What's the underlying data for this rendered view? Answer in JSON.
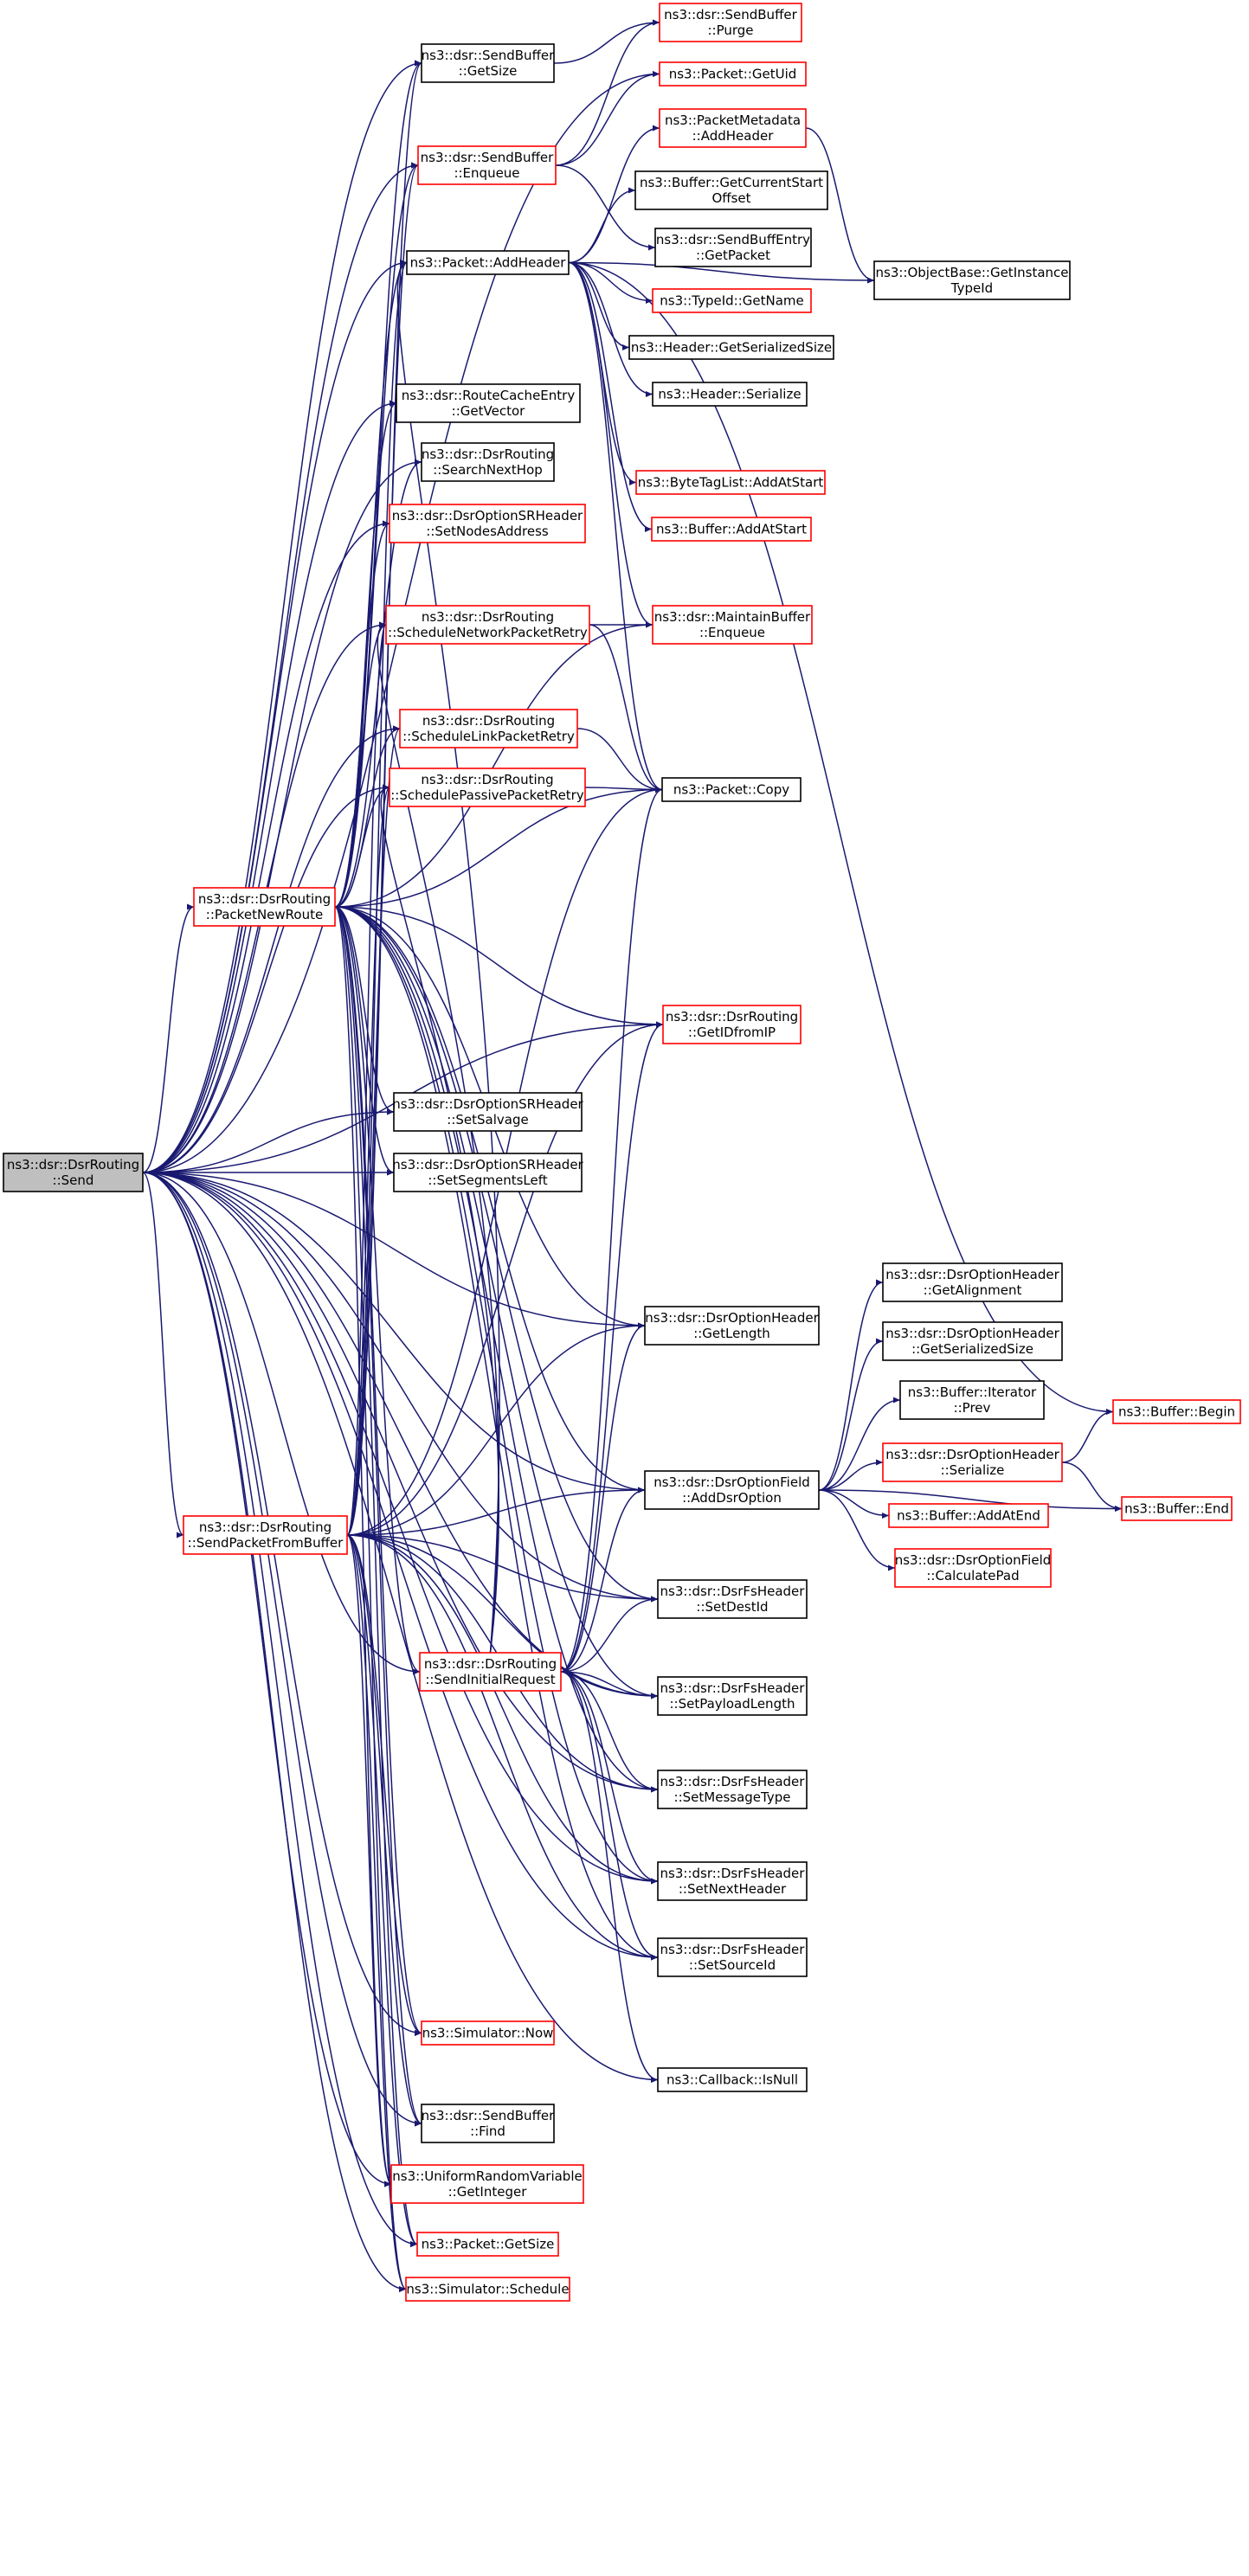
{
  "colors": {
    "edge": "#191970",
    "root_fill": "#bfbfbf",
    "node_fill": "#ffffff",
    "border_default": "#000000",
    "border_red": "#ff0000"
  },
  "nodes": [
    {
      "id": "send",
      "lines": [
        "ns3::dsr::DsrRouting",
        "::Send"
      ],
      "style": "root"
    },
    {
      "id": "packetNewRoute",
      "lines": [
        "ns3::dsr::DsrRouting",
        "::PacketNewRoute"
      ],
      "style": "red"
    },
    {
      "id": "sendPacketFromBuffer",
      "lines": [
        "ns3::dsr::DsrRouting",
        "::SendPacketFromBuffer"
      ],
      "style": "red"
    },
    {
      "id": "sbGetSize",
      "lines": [
        "ns3::dsr::SendBuffer",
        "::GetSize"
      ],
      "style": "black"
    },
    {
      "id": "sbPurge",
      "lines": [
        "ns3::dsr::SendBuffer",
        "::Purge"
      ],
      "style": "red"
    },
    {
      "id": "pktGetUid",
      "lines": [
        "ns3::Packet::GetUid"
      ],
      "style": "red"
    },
    {
      "id": "sbEnqueue",
      "lines": [
        "ns3::dsr::SendBuffer",
        "::Enqueue"
      ],
      "style": "red"
    },
    {
      "id": "pmAddHeader",
      "lines": [
        "ns3::PacketMetadata",
        "::AddHeader"
      ],
      "style": "red"
    },
    {
      "id": "bufGetCurStart",
      "lines": [
        "ns3::Buffer::GetCurrentStart",
        "Offset"
      ],
      "style": "black"
    },
    {
      "id": "pktAddHeader",
      "lines": [
        "ns3::Packet::AddHeader"
      ],
      "style": "black"
    },
    {
      "id": "sbeGetPacket",
      "lines": [
        "ns3::dsr::SendBuffEntry",
        "::GetPacket"
      ],
      "style": "black"
    },
    {
      "id": "objGetInstanceTypeId",
      "lines": [
        "ns3::ObjectBase::GetInstance",
        "TypeId"
      ],
      "style": "black"
    },
    {
      "id": "typeIdGetName",
      "lines": [
        "ns3::TypeId::GetName"
      ],
      "style": "red"
    },
    {
      "id": "hdrGetSerSize",
      "lines": [
        "ns3::Header::GetSerializedSize"
      ],
      "style": "black"
    },
    {
      "id": "hdrSerialize",
      "lines": [
        "ns3::Header::Serialize"
      ],
      "style": "black"
    },
    {
      "id": "rceGetVector",
      "lines": [
        "ns3::dsr::RouteCacheEntry",
        "::GetVector"
      ],
      "style": "black"
    },
    {
      "id": "searchNextHop",
      "lines": [
        "ns3::dsr::DsrRouting",
        "::SearchNextHop"
      ],
      "style": "black"
    },
    {
      "id": "btlAddAtStart",
      "lines": [
        "ns3::ByteTagList::AddAtStart"
      ],
      "style": "red"
    },
    {
      "id": "bufAddAtStart",
      "lines": [
        "ns3::Buffer::AddAtStart"
      ],
      "style": "red"
    },
    {
      "id": "srSetNodesAddress",
      "lines": [
        "ns3::dsr::DsrOptionSRHeader",
        "::SetNodesAddress"
      ],
      "style": "red"
    },
    {
      "id": "schedNetRetry",
      "lines": [
        "ns3::dsr::DsrRouting",
        "::ScheduleNetworkPacketRetry"
      ],
      "style": "red"
    },
    {
      "id": "mbEnqueue",
      "lines": [
        "ns3::dsr::MaintainBuffer",
        "::Enqueue"
      ],
      "style": "red"
    },
    {
      "id": "schedLinkRetry",
      "lines": [
        "ns3::dsr::DsrRouting",
        "::ScheduleLinkPacketRetry"
      ],
      "style": "red"
    },
    {
      "id": "schedPassiveRetry",
      "lines": [
        "ns3::dsr::DsrRouting",
        "::SchedulePassivePacketRetry"
      ],
      "style": "red"
    },
    {
      "id": "pktCopy",
      "lines": [
        "ns3::Packet::Copy"
      ],
      "style": "black"
    },
    {
      "id": "getIDfromIP",
      "lines": [
        "ns3::dsr::DsrRouting",
        "::GetIDfromIP"
      ],
      "style": "red"
    },
    {
      "id": "srSetSalvage",
      "lines": [
        "ns3::dsr::DsrOptionSRHeader",
        "::SetSalvage"
      ],
      "style": "black"
    },
    {
      "id": "srSetSegLeft",
      "lines": [
        "ns3::dsr::DsrOptionSRHeader",
        "::SetSegmentsLeft"
      ],
      "style": "black"
    },
    {
      "id": "ohGetAlignment",
      "lines": [
        "ns3::dsr::DsrOptionHeader",
        "::GetAlignment"
      ],
      "style": "black"
    },
    {
      "id": "ohGetLength",
      "lines": [
        "ns3::dsr::DsrOptionHeader",
        "::GetLength"
      ],
      "style": "black"
    },
    {
      "id": "ohGetSerSize",
      "lines": [
        "ns3::dsr::DsrOptionHeader",
        "::GetSerializedSize"
      ],
      "style": "black"
    },
    {
      "id": "bufIterPrev",
      "lines": [
        "ns3::Buffer::Iterator",
        "::Prev"
      ],
      "style": "black"
    },
    {
      "id": "bufBegin",
      "lines": [
        "ns3::Buffer::Begin"
      ],
      "style": "red"
    },
    {
      "id": "ohSerialize",
      "lines": [
        "ns3::dsr::DsrOptionHeader",
        "::Serialize"
      ],
      "style": "red"
    },
    {
      "id": "ofAddDsrOption",
      "lines": [
        "ns3::dsr::DsrOptionField",
        "::AddDsrOption"
      ],
      "style": "black"
    },
    {
      "id": "bufAddAtEnd",
      "lines": [
        "ns3::Buffer::AddAtEnd"
      ],
      "style": "red"
    },
    {
      "id": "bufEnd",
      "lines": [
        "ns3::Buffer::End"
      ],
      "style": "red"
    },
    {
      "id": "ofCalcPad",
      "lines": [
        "ns3::dsr::DsrOptionField",
        "::CalculatePad"
      ],
      "style": "red"
    },
    {
      "id": "fsSetDestId",
      "lines": [
        "ns3::dsr::DsrFsHeader",
        "::SetDestId"
      ],
      "style": "black"
    },
    {
      "id": "sendInitialRequest",
      "lines": [
        "ns3::dsr::DsrRouting",
        "::SendInitialRequest"
      ],
      "style": "red"
    },
    {
      "id": "fsSetPayloadLen",
      "lines": [
        "ns3::dsr::DsrFsHeader",
        "::SetPayloadLength"
      ],
      "style": "black"
    },
    {
      "id": "fsSetMsgType",
      "lines": [
        "ns3::dsr::DsrFsHeader",
        "::SetMessageType"
      ],
      "style": "black"
    },
    {
      "id": "fsSetNextHeader",
      "lines": [
        "ns3::dsr::DsrFsHeader",
        "::SetNextHeader"
      ],
      "style": "black"
    },
    {
      "id": "fsSetSourceId",
      "lines": [
        "ns3::dsr::DsrFsHeader",
        "::SetSourceId"
      ],
      "style": "black"
    },
    {
      "id": "simNow",
      "lines": [
        "ns3::Simulator::Now"
      ],
      "style": "red"
    },
    {
      "id": "cbIsNull",
      "lines": [
        "ns3::Callback::IsNull"
      ],
      "style": "black"
    },
    {
      "id": "sbFind",
      "lines": [
        "ns3::dsr::SendBuffer",
        "::Find"
      ],
      "style": "black"
    },
    {
      "id": "urvGetInteger",
      "lines": [
        "ns3::UniformRandomVariable",
        "::GetInteger"
      ],
      "style": "red"
    },
    {
      "id": "pktGetSize",
      "lines": [
        "ns3::Packet::GetSize"
      ],
      "style": "red"
    },
    {
      "id": "simSchedule",
      "lines": [
        "ns3::Simulator::Schedule"
      ],
      "style": "red"
    }
  ],
  "edges": [
    [
      "send",
      "sbGetSize"
    ],
    [
      "send",
      "pktGetUid"
    ],
    [
      "send",
      "sbEnqueue"
    ],
    [
      "send",
      "pktAddHeader"
    ],
    [
      "send",
      "rceGetVector"
    ],
    [
      "send",
      "searchNextHop"
    ],
    [
      "send",
      "srSetNodesAddress"
    ],
    [
      "send",
      "schedNetRetry"
    ],
    [
      "send",
      "schedLinkRetry"
    ],
    [
      "send",
      "schedPassiveRetry"
    ],
    [
      "send",
      "packetNewRoute"
    ],
    [
      "send",
      "getIDfromIP"
    ],
    [
      "send",
      "srSetSalvage"
    ],
    [
      "send",
      "srSetSegLeft"
    ],
    [
      "send",
      "ohGetLength"
    ],
    [
      "send",
      "ofAddDsrOption"
    ],
    [
      "send",
      "sendPacketFromBuffer"
    ],
    [
      "send",
      "fsSetDestId"
    ],
    [
      "send",
      "sendInitialRequest"
    ],
    [
      "send",
      "fsSetPayloadLen"
    ],
    [
      "send",
      "fsSetMsgType"
    ],
    [
      "send",
      "fsSetNextHeader"
    ],
    [
      "send",
      "fsSetSourceId"
    ],
    [
      "send",
      "simNow"
    ],
    [
      "send",
      "cbIsNull"
    ],
    [
      "send",
      "sbFind"
    ],
    [
      "send",
      "urvGetInteger"
    ],
    [
      "send",
      "pktGetSize"
    ],
    [
      "send",
      "simSchedule"
    ],
    [
      "sbGetSize",
      "sbPurge"
    ],
    [
      "sbEnqueue",
      "sbPurge"
    ],
    [
      "sbEnqueue",
      "pktGetUid"
    ],
    [
      "sbEnqueue",
      "sbeGetPacket"
    ],
    [
      "pmAddHeader",
      "objGetInstanceTypeId"
    ],
    [
      "pktAddHeader",
      "pmAddHeader"
    ],
    [
      "pktAddHeader",
      "bufGetCurStart"
    ],
    [
      "pktAddHeader",
      "typeIdGetName"
    ],
    [
      "pktAddHeader",
      "hdrGetSerSize"
    ],
    [
      "pktAddHeader",
      "hdrSerialize"
    ],
    [
      "pktAddHeader",
      "objGetInstanceTypeId"
    ],
    [
      "pktAddHeader",
      "btlAddAtStart"
    ],
    [
      "pktAddHeader",
      "bufAddAtStart"
    ],
    [
      "pktAddHeader",
      "pktCopy"
    ],
    [
      "pktAddHeader",
      "mbEnqueue"
    ],
    [
      "pktAddHeader",
      "bufBegin"
    ],
    [
      "schedNetRetry",
      "mbEnqueue"
    ],
    [
      "schedNetRetry",
      "pktCopy"
    ],
    [
      "schedLinkRetry",
      "pktCopy"
    ],
    [
      "schedPassiveRetry",
      "pktCopy"
    ],
    [
      "packetNewRoute",
      "sbGetSize"
    ],
    [
      "packetNewRoute",
      "sbEnqueue"
    ],
    [
      "packetNewRoute",
      "pktAddHeader"
    ],
    [
      "packetNewRoute",
      "rceGetVector"
    ],
    [
      "packetNewRoute",
      "searchNextHop"
    ],
    [
      "packetNewRoute",
      "srSetNodesAddress"
    ],
    [
      "packetNewRoute",
      "schedNetRetry"
    ],
    [
      "packetNewRoute",
      "schedLinkRetry"
    ],
    [
      "packetNewRoute",
      "schedPassiveRetry"
    ],
    [
      "packetNewRoute",
      "mbEnqueue"
    ],
    [
      "packetNewRoute",
      "pktCopy"
    ],
    [
      "packetNewRoute",
      "getIDfromIP"
    ],
    [
      "packetNewRoute",
      "srSetSalvage"
    ],
    [
      "packetNewRoute",
      "srSetSegLeft"
    ],
    [
      "packetNewRoute",
      "ohGetLength"
    ],
    [
      "packetNewRoute",
      "ofAddDsrOption"
    ],
    [
      "packetNewRoute",
      "sendInitialRequest"
    ],
    [
      "packetNewRoute",
      "fsSetDestId"
    ],
    [
      "packetNewRoute",
      "fsSetPayloadLen"
    ],
    [
      "packetNewRoute",
      "fsSetMsgType"
    ],
    [
      "packetNewRoute",
      "fsSetNextHeader"
    ],
    [
      "packetNewRoute",
      "fsSetSourceId"
    ],
    [
      "packetNewRoute",
      "simNow"
    ],
    [
      "packetNewRoute",
      "sbFind"
    ],
    [
      "packetNewRoute",
      "urvGetInteger"
    ],
    [
      "packetNewRoute",
      "pktGetSize"
    ],
    [
      "packetNewRoute",
      "simSchedule"
    ],
    [
      "ohSerialize",
      "bufBegin"
    ],
    [
      "ohSerialize",
      "bufEnd"
    ],
    [
      "ofAddDsrOption",
      "ohGetAlignment"
    ],
    [
      "ofAddDsrOption",
      "ohGetSerSize"
    ],
    [
      "ofAddDsrOption",
      "bufIterPrev"
    ],
    [
      "ofAddDsrOption",
      "ohSerialize"
    ],
    [
      "ofAddDsrOption",
      "bufAddAtEnd"
    ],
    [
      "ofAddDsrOption",
      "ofCalcPad"
    ],
    [
      "ofAddDsrOption",
      "bufEnd"
    ],
    [
      "sendPacketFromBuffer",
      "sbGetSize"
    ],
    [
      "sendPacketFromBuffer",
      "sbEnqueue"
    ],
    [
      "sendPacketFromBuffer",
      "pktAddHeader"
    ],
    [
      "sendPacketFromBuffer",
      "schedNetRetry"
    ],
    [
      "sendPacketFromBuffer",
      "schedLinkRetry"
    ],
    [
      "sendPacketFromBuffer",
      "schedPassiveRetry"
    ],
    [
      "sendPacketFromBuffer",
      "pktCopy"
    ],
    [
      "sendPacketFromBuffer",
      "getIDfromIP"
    ],
    [
      "sendPacketFromBuffer",
      "ohGetLength"
    ],
    [
      "sendPacketFromBuffer",
      "ofAddDsrOption"
    ],
    [
      "sendPacketFromBuffer",
      "fsSetDestId"
    ],
    [
      "sendPacketFromBuffer",
      "fsSetPayloadLen"
    ],
    [
      "sendPacketFromBuffer",
      "fsSetMsgType"
    ],
    [
      "sendPacketFromBuffer",
      "fsSetNextHeader"
    ],
    [
      "sendPacketFromBuffer",
      "fsSetSourceId"
    ],
    [
      "sendPacketFromBuffer",
      "simNow"
    ],
    [
      "sendPacketFromBuffer",
      "sbFind"
    ],
    [
      "sendPacketFromBuffer",
      "urvGetInteger"
    ],
    [
      "sendPacketFromBuffer",
      "pktGetSize"
    ],
    [
      "sendPacketFromBuffer",
      "simSchedule"
    ],
    [
      "sendInitialRequest",
      "pktAddHeader"
    ],
    [
      "sendInitialRequest",
      "pktCopy"
    ],
    [
      "sendInitialRequest",
      "getIDfromIP"
    ],
    [
      "sendInitialRequest",
      "ohGetLength"
    ],
    [
      "sendInitialRequest",
      "ofAddDsrOption"
    ],
    [
      "sendInitialRequest",
      "fsSetDestId"
    ],
    [
      "sendInitialRequest",
      "fsSetPayloadLen"
    ],
    [
      "sendInitialRequest",
      "fsSetMsgType"
    ],
    [
      "sendInitialRequest",
      "fsSetNextHeader"
    ],
    [
      "sendInitialRequest",
      "fsSetSourceId"
    ],
    [
      "sendInitialRequest",
      "cbIsNull"
    ],
    [
      "sendInitialRequest",
      "schedNetRetry"
    ],
    [
      "sendInitialRequest",
      "schedPassiveRetry"
    ]
  ]
}
